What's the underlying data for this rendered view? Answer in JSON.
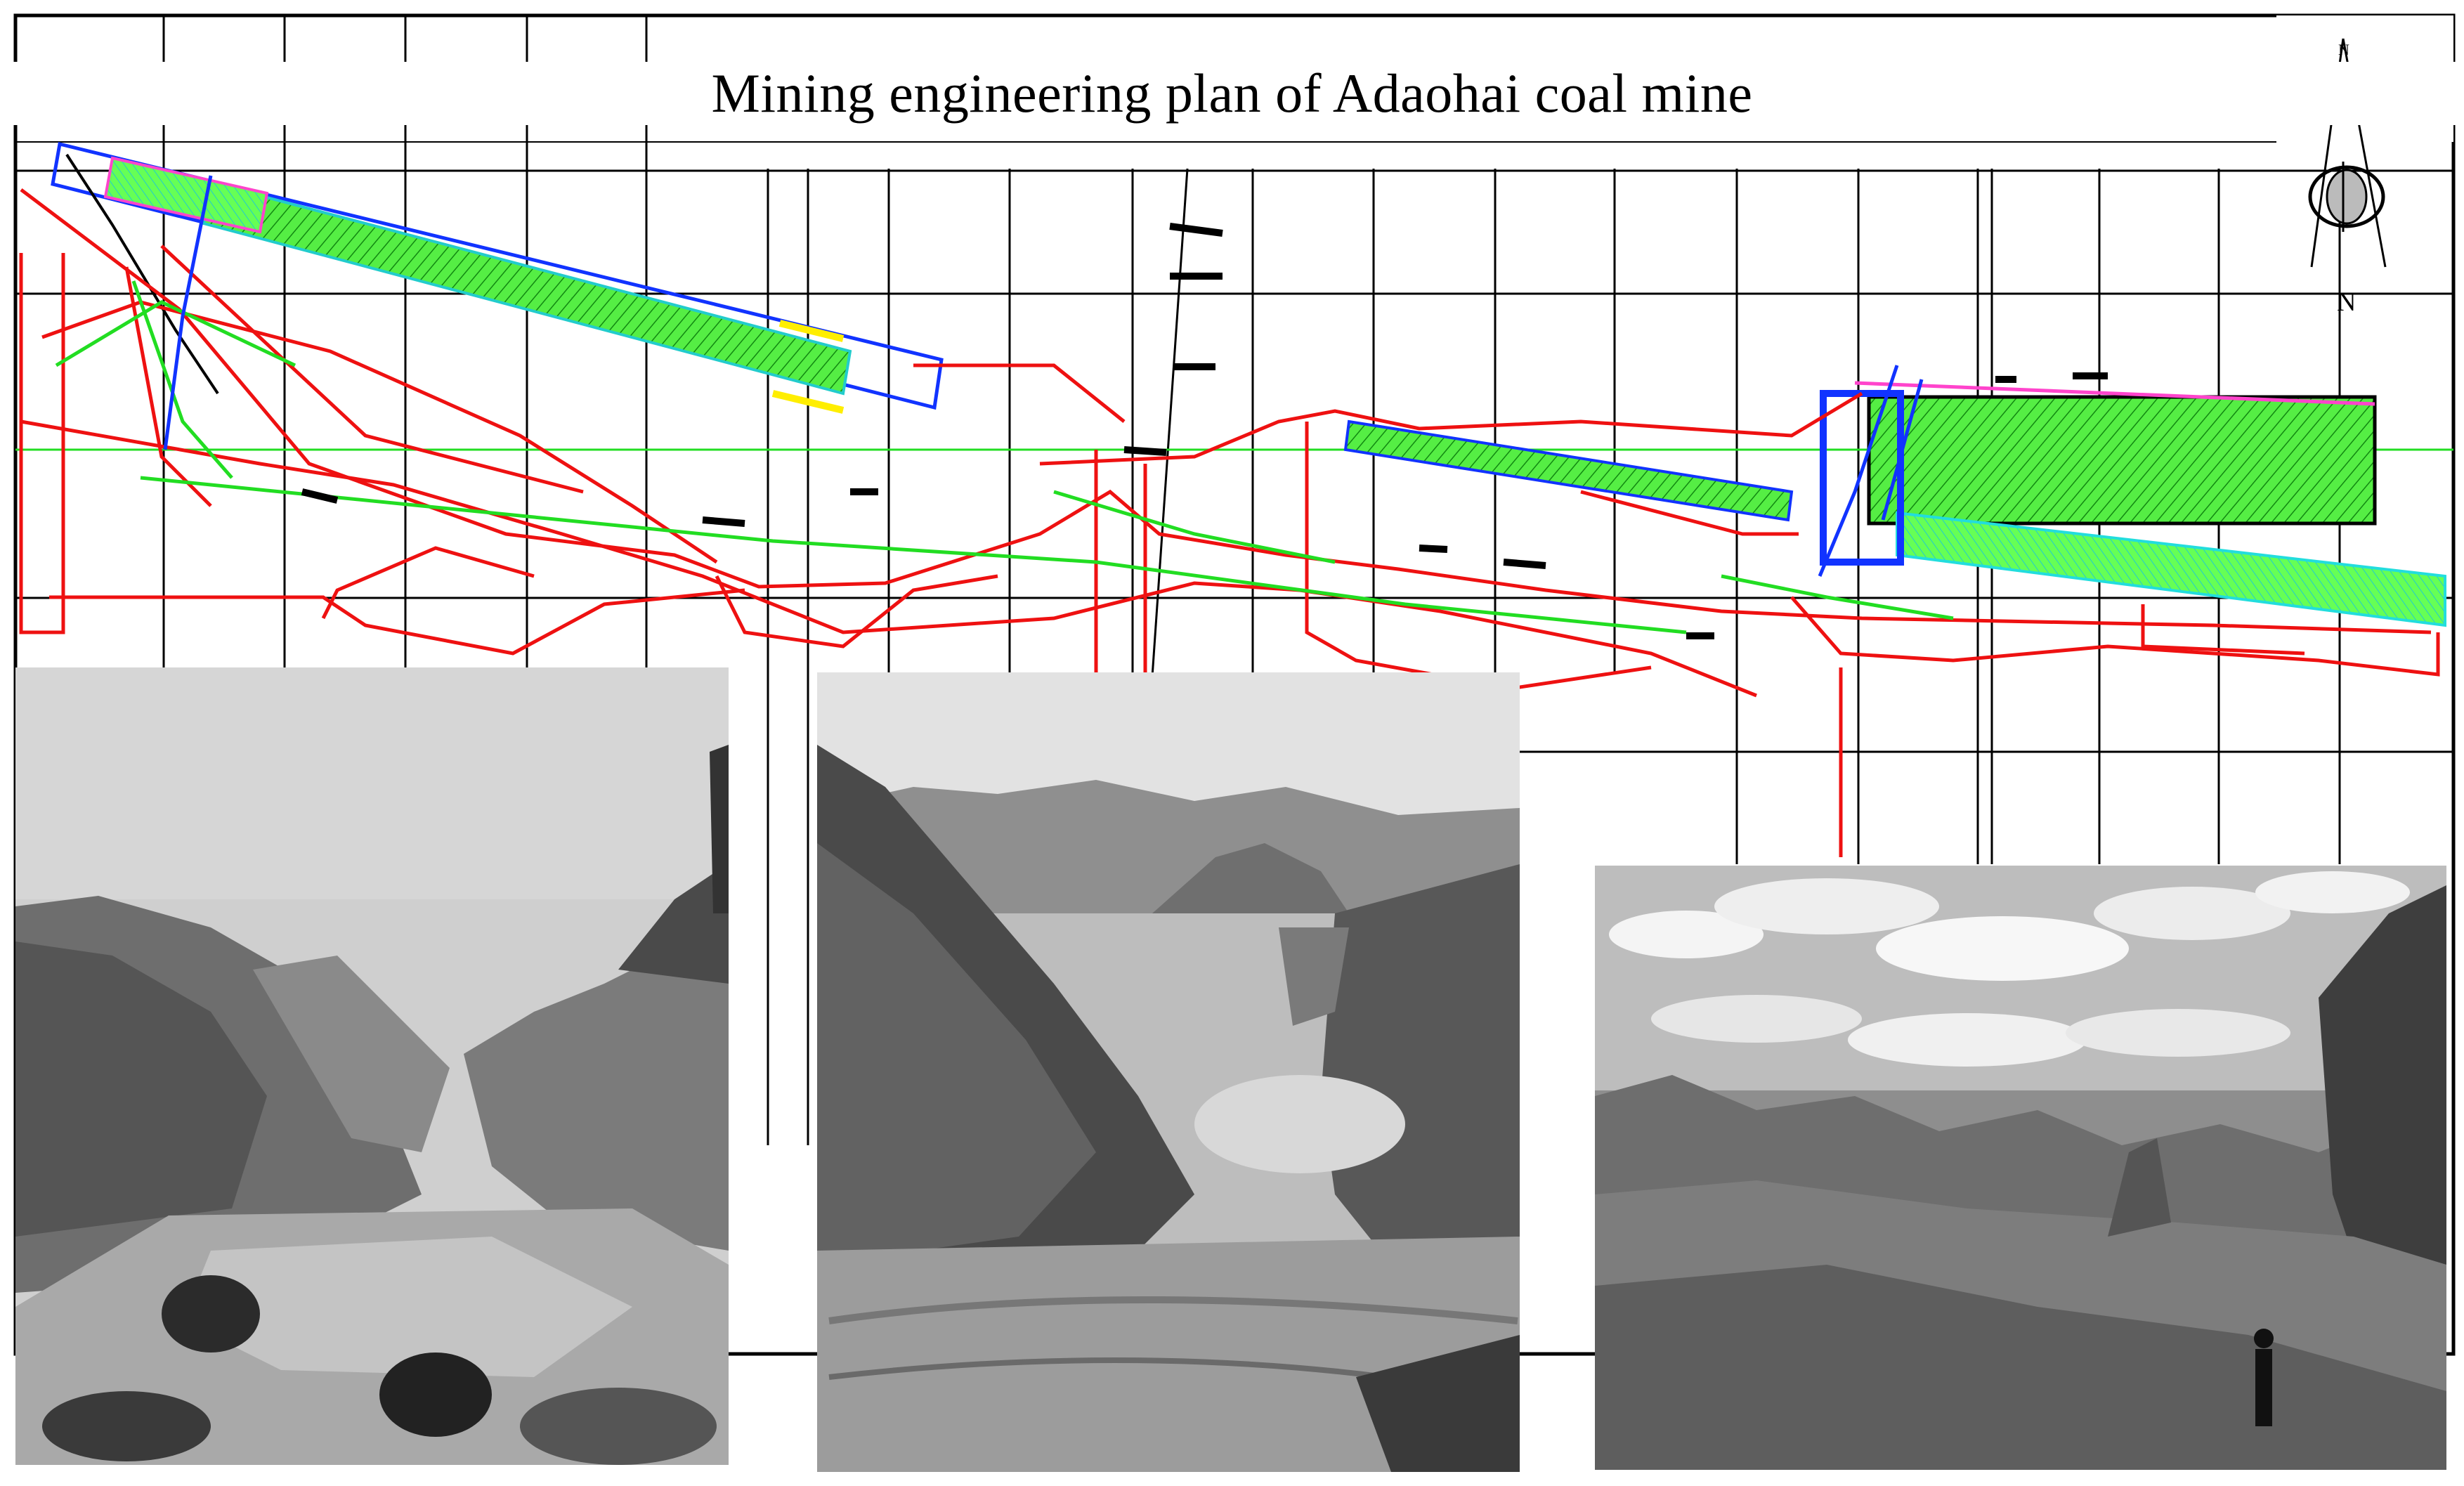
{
  "title": "Mining engineering plan of Adaohai coal mine",
  "compass": {
    "north_label": "N",
    "south_label": "N"
  },
  "photos": [
    {
      "name": "valley-photo-left",
      "subject": "river valley with steep rocky slopes, grayscale"
    },
    {
      "name": "valley-photo-middle",
      "subject": "mountain valley with pond and dirt road, grayscale"
    },
    {
      "name": "valley-photo-right",
      "subject": "mountain ridges under cloudy sky with person standing, grayscale"
    }
  ],
  "colors": {
    "tunnel_red": "#ee1111",
    "workface_green": "#22dd22",
    "hatch_cyan": "#22dddd",
    "outline_blue": "#1133ff",
    "grid_black": "#000000",
    "accent_magenta": "#ff44cc",
    "accent_yellow": "#ffee00"
  }
}
